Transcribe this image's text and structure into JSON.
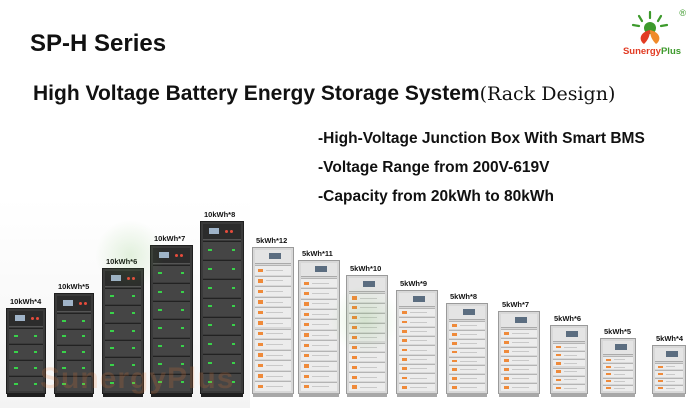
{
  "header": {
    "series_title": "SP-H Series",
    "main_title": "High Voltage Battery Energy Storage System",
    "main_title_sub": "(Rack Design)"
  },
  "logo": {
    "brand_part1": "Sunergy",
    "brand_part2": "Plus",
    "registered": "®",
    "brand_color": "#e23b23",
    "accent_color": "#3d9a2c"
  },
  "features": [
    "-High-Voltage Junction Box With Smart BMS",
    "-Voltage Range from 200V-619V",
    "-Capacity from 20kWh to 80kWh"
  ],
  "watermark": "SunergyPlus",
  "racks": [
    {
      "label": "10kWh*4",
      "modules": 4,
      "style": "dark"
    },
    {
      "label": "10kWh*5",
      "modules": 5,
      "style": "dark"
    },
    {
      "label": "10kWh*6",
      "modules": 6,
      "style": "dark"
    },
    {
      "label": "10kWh*7",
      "modules": 7,
      "style": "dark"
    },
    {
      "label": "10kWh*8",
      "modules": 8,
      "style": "dark"
    },
    {
      "label": "5kWh*12",
      "modules": 12,
      "style": "light"
    },
    {
      "label": "5kWh*11",
      "modules": 11,
      "style": "light"
    },
    {
      "label": "5kWh*10",
      "modules": 10,
      "style": "light"
    },
    {
      "label": "5kWh*9",
      "modules": 9,
      "style": "light"
    },
    {
      "label": "5kWh*8",
      "modules": 8,
      "style": "light"
    },
    {
      "label": "5kWh*7",
      "modules": 7,
      "style": "light"
    },
    {
      "label": "5kWh*6",
      "modules": 6,
      "style": "light"
    },
    {
      "label": "5kWh*5",
      "modules": 5,
      "style": "light"
    },
    {
      "label": "5kWh*4",
      "modules": 4,
      "style": "light"
    }
  ]
}
